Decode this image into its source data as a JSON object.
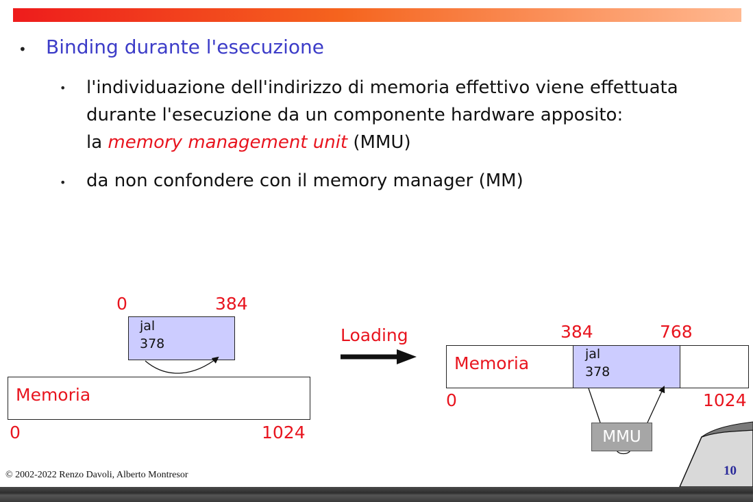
{
  "slide": {
    "heading": "Binding durante l'esecuzione",
    "bullets": [
      {
        "line1": "l'individuazione dell'indirizzo di memoria effettivo viene effettuata",
        "line2": "durante l'esecuzione da un componente hardware apposito:",
        "line3_prefix": "la ",
        "line3_em": "memory management unit",
        "line3_suffix": " (MMU)"
      },
      {
        "line1": "da non confondere con il memory manager (MM)"
      }
    ],
    "bullet_glyph": "•"
  },
  "diagram": {
    "left": {
      "block_start": "0",
      "block_end": "384",
      "code_line1": "jal",
      "code_line2": "378",
      "memory_label": "Memoria",
      "mem_start": "0",
      "mem_end": "1024"
    },
    "arrow_label": "Loading",
    "right": {
      "block_start": "384",
      "block_end": "768",
      "code_line1": "jal",
      "code_line2": "378",
      "memory_label": "Memoria",
      "mem_start": "0",
      "mem_end": "1024",
      "mmu_label": "MMU"
    }
  },
  "footer": {
    "copyright": "© 2002-2022 Renzo Davoli, Alberto Montresor",
    "page_number": "10"
  },
  "colors": {
    "heading": "#3c3cc8",
    "accent_red": "#e8141e",
    "block_fill": "#ccccff",
    "mmu_fill": "#a6a6a6"
  }
}
